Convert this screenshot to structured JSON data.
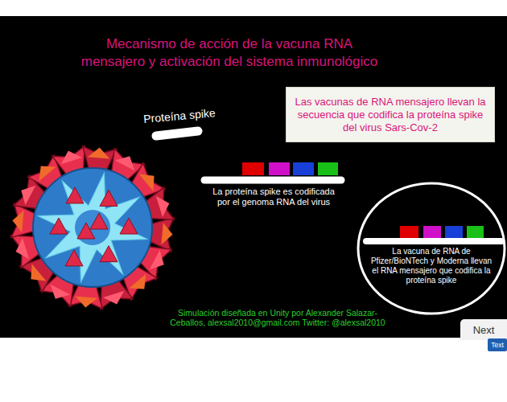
{
  "diagram": {
    "title": "Mecanismo de acción de la vacuna RNA mensajero y activación del sistema inmunológico",
    "nodes": [
      {
        "text": [
          "Las vacunas de RNA mensajero llevan la secuencia que codifica la proteína spike del virus Sars-Cov-2"
        ]
      },
      {
        "text": [
          "La vacuna de RNA de Pfizer/BioNTech y Moderna llevan el RNA mensajero que codifica la proteína spike"
        ]
      },
      {
        "text": [
          "Next"
        ]
      },
      {
        "text": [
          "Text"
        ]
      }
    ],
    "labels": [
      "Proteína spike",
      "La proteína spike es codificada por el genoma RNA del virus",
      "Simulación diseñada en Unity por Alexander Salazar-Ceballos, alexsal2010@gmail.com Twitter: @alexsal2010"
    ]
  }
}
